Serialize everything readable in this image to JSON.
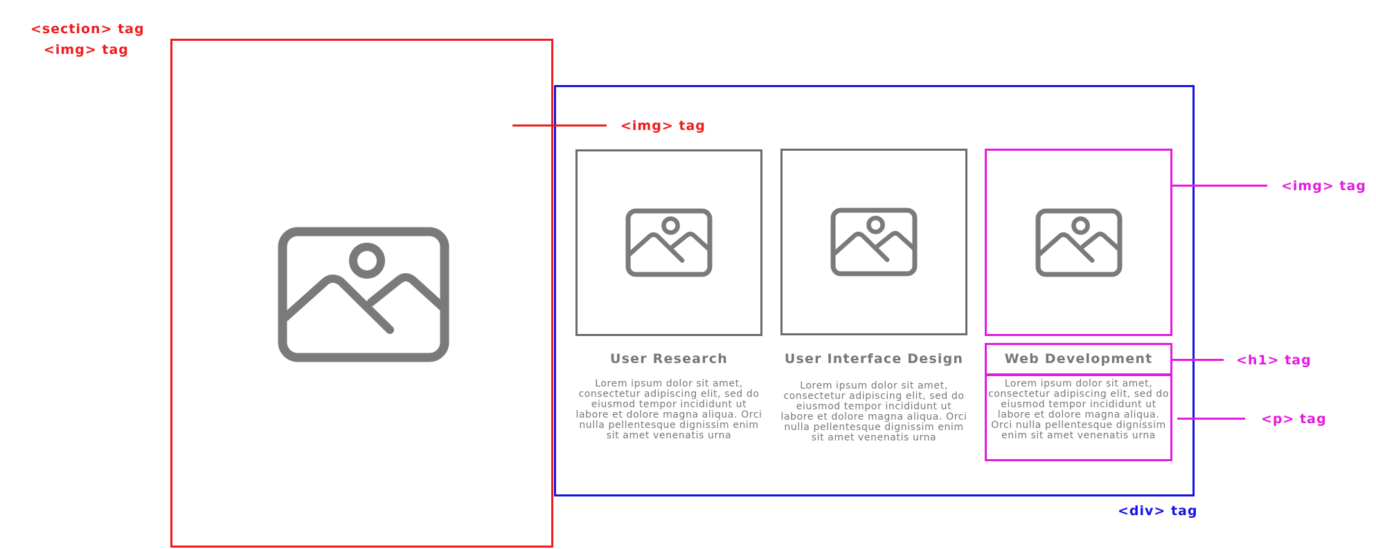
{
  "annotations": {
    "section_tag": "<section> tag",
    "img_tag_outer": "<img> tag",
    "img_tag_top": "<img> tag",
    "img_tag_right": "<img> tag",
    "h1_tag": "<h1> tag",
    "p_tag": "<p> tag",
    "div_tag": "<div> tag"
  },
  "cards": [
    {
      "title": "User Research",
      "text": "Lorem ipsum dolor sit amet, consectetur adipiscing elit, sed do eiusmod tempor incididunt ut labore et dolore magna aliqua. Orci nulla pellentesque dignissim enim sit amet venenatis urna"
    },
    {
      "title": "User Interface Design",
      "text": "Lorem ipsum dolor sit amet, consectetur adipiscing elit, sed do eiusmod tempor incididunt ut labore et dolore magna aliqua. Orci nulla pellentesque dignissim enim sit amet venenatis urna"
    },
    {
      "title": "Web Development",
      "text": "Lorem ipsum dolor sit amet, consectetur adipiscing elit, sed do eiusmod tempor incididunt ut labore et dolore magna aliqua. Orci nulla pellentesque dignissim enim sit amet venenatis urna"
    }
  ],
  "colors": {
    "section": "#ee1c1c",
    "div": "#1414e0",
    "highlight": "#e619e0",
    "placeholder": "#6b6b6b",
    "text": "#777777"
  },
  "icons": [
    "image-placeholder-icon"
  ]
}
